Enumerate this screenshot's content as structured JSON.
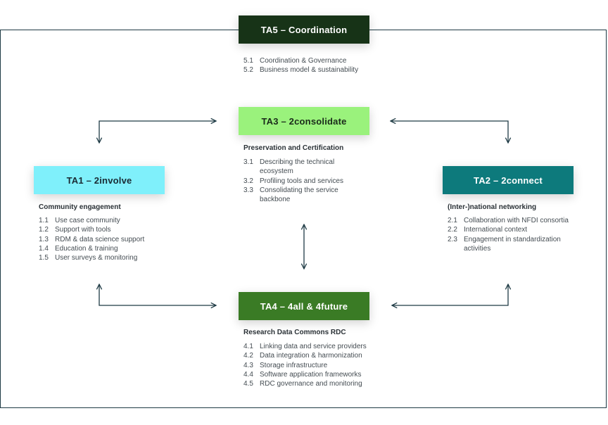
{
  "colors": {
    "frame": "#1e3a44",
    "arrow": "#1e3a44",
    "ta5": "#173317",
    "ta3": "#9af27c",
    "ta1": "#7ff0fb",
    "ta2": "#0d7a7c",
    "ta4": "#3a7b25"
  },
  "ta5": {
    "title": "TA5 – Coordination",
    "items": [
      {
        "num": "5.1",
        "text": "Coordination & Governance"
      },
      {
        "num": "5.2",
        "text": "Business model & sustainability"
      }
    ]
  },
  "ta3": {
    "title": "TA3 – 2consolidate",
    "subtitle": "Preservation and Certification",
    "items": [
      {
        "num": "3.1",
        "text": "Describing the technical ecosystem"
      },
      {
        "num": "3.2",
        "text": "Profiling tools and services"
      },
      {
        "num": "3.3",
        "text": "Consolidating the service backbone"
      }
    ]
  },
  "ta1": {
    "title": "TA1 – 2involve",
    "subtitle": "Community engagement",
    "items": [
      {
        "num": "1.1",
        "text": "Use case community"
      },
      {
        "num": "1.2",
        "text": "Support with tools"
      },
      {
        "num": "1.3",
        "text": "RDM & data science support"
      },
      {
        "num": "1.4",
        "text": "Education & training"
      },
      {
        "num": "1.5",
        "text": "User surveys & monitoring"
      }
    ]
  },
  "ta2": {
    "title": "TA2 – 2connect",
    "subtitle": "(Inter-)national networking",
    "items": [
      {
        "num": "2.1",
        "text": "Collaboration with NFDI consortia"
      },
      {
        "num": "2.2",
        "text": "International context"
      },
      {
        "num": "2.3",
        "text": "Engagement in standardization activities"
      }
    ]
  },
  "ta4": {
    "title": "TA4 – 4all & 4future",
    "subtitle": "Research Data Commons RDC",
    "items": [
      {
        "num": "4.1",
        "text": "Linking data and service providers"
      },
      {
        "num": "4.2",
        "text": "Data integration & harmonization"
      },
      {
        "num": "4.3",
        "text": "Storage infrastructure"
      },
      {
        "num": "4.4",
        "text": "Software application frameworks"
      },
      {
        "num": "4.5",
        "text": "RDC governance and monitoring"
      }
    ]
  }
}
